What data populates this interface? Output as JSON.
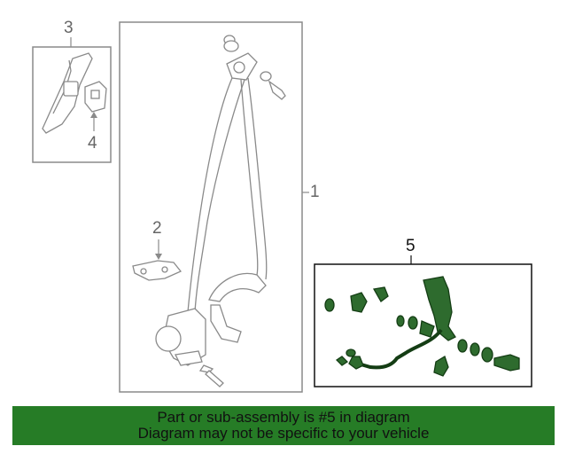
{
  "callouts": {
    "c1": "1",
    "c2": "2",
    "c3": "3",
    "c4": "4",
    "c5": "5"
  },
  "banner": {
    "line1": "Part or sub-assembly is #5 in diagram",
    "line2": "Diagram may not be specific to your vehicle",
    "color": "#267c26"
  },
  "colors": {
    "line": "#8a8a8a",
    "highlight_part": "#2e6b2e",
    "highlight_outline": "#143d14"
  }
}
